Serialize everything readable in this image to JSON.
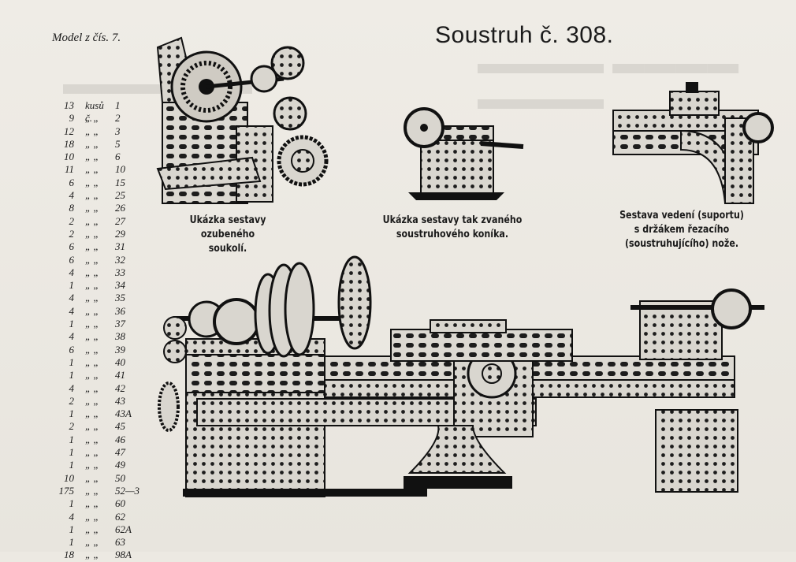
{
  "page": {
    "model_ref": "Model z čís. 7.",
    "title": "Soustruh č. 308."
  },
  "parts_list": [
    {
      "qty": "13",
      "mark": "kusů č.",
      "num": "1"
    },
    {
      "qty": "9",
      "mark": "„ „",
      "num": "2"
    },
    {
      "qty": "12",
      "mark": "„ „",
      "num": "3"
    },
    {
      "qty": "18",
      "mark": "„ „",
      "num": "5"
    },
    {
      "qty": "10",
      "mark": "„ „",
      "num": "6"
    },
    {
      "qty": "11",
      "mark": "„ „",
      "num": "10"
    },
    {
      "qty": "6",
      "mark": "„ „",
      "num": "15"
    },
    {
      "qty": "4",
      "mark": "„ „",
      "num": "25"
    },
    {
      "qty": "8",
      "mark": "„ „",
      "num": "26"
    },
    {
      "qty": "2",
      "mark": "„ „",
      "num": "27"
    },
    {
      "qty": "2",
      "mark": "„ „",
      "num": "29"
    },
    {
      "qty": "6",
      "mark": "„ „",
      "num": "31"
    },
    {
      "qty": "6",
      "mark": "„ „",
      "num": "32"
    },
    {
      "qty": "4",
      "mark": "„ „",
      "num": "33"
    },
    {
      "qty": "1",
      "mark": "„ „",
      "num": "34"
    },
    {
      "qty": "4",
      "mark": "„ „",
      "num": "35"
    },
    {
      "qty": "4",
      "mark": "„ „",
      "num": "36"
    },
    {
      "qty": "1",
      "mark": "„ „",
      "num": "37"
    },
    {
      "qty": "4",
      "mark": "„ „",
      "num": "38"
    },
    {
      "qty": "6",
      "mark": "„ „",
      "num": "39"
    },
    {
      "qty": "1",
      "mark": "„ „",
      "num": "40"
    },
    {
      "qty": "1",
      "mark": "„ „",
      "num": "41"
    },
    {
      "qty": "4",
      "mark": "„ „",
      "num": "42"
    },
    {
      "qty": "2",
      "mark": "„ „",
      "num": "43"
    },
    {
      "qty": "1",
      "mark": "„ „",
      "num": "43A"
    },
    {
      "qty": "2",
      "mark": "„ „",
      "num": "45"
    },
    {
      "qty": "1",
      "mark": "„ „",
      "num": "46"
    },
    {
      "qty": "1",
      "mark": "„ „",
      "num": "47"
    },
    {
      "qty": "1",
      "mark": "„ „",
      "num": "49"
    },
    {
      "qty": "10",
      "mark": "„ „",
      "num": "50"
    },
    {
      "qty": "175",
      "mark": "„ „",
      "num": "52—3"
    },
    {
      "qty": "1",
      "mark": "„ „",
      "num": "60"
    },
    {
      "qty": "4",
      "mark": "„ „",
      "num": "62"
    },
    {
      "qty": "1",
      "mark": "„ „",
      "num": "62A"
    },
    {
      "qty": "1",
      "mark": "„ „",
      "num": "63"
    },
    {
      "qty": "18",
      "mark": "„ „",
      "num": "98A"
    }
  ],
  "captions": {
    "gears": [
      "Ukázka sestavy ozubeného",
      "soukolí."
    ],
    "tailstock": [
      "Ukázka sestavy tak zvaného",
      "soustruhového koníka."
    ],
    "carriage": [
      "Sestava vedení (suportu)",
      "s držákem řezacího",
      "(soustruhujícího) nože."
    ]
  }
}
